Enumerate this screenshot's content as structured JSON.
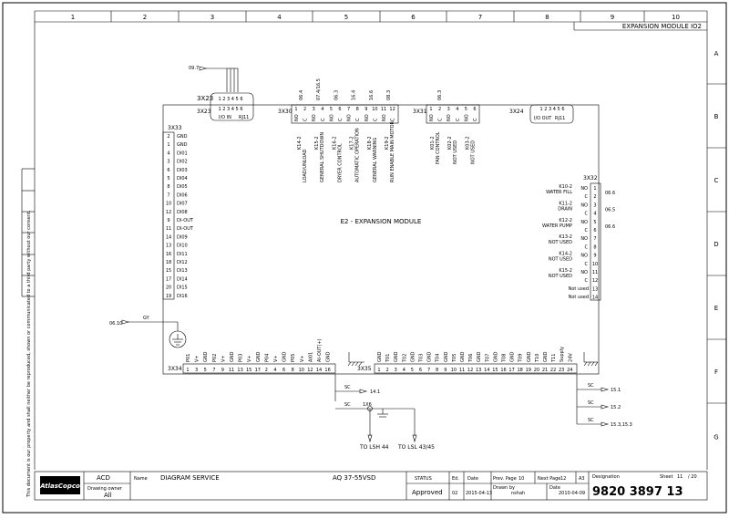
{
  "columns": [
    "1",
    "2",
    "3",
    "4",
    "5",
    "6",
    "7",
    "8",
    "9",
    "10"
  ],
  "rows": [
    "A",
    "B",
    "C",
    "D",
    "E",
    "F",
    "G"
  ],
  "header_title": "EXPANSION MODULE IO2",
  "module_label": "E2 - EXPANSION MODULE",
  "x23": {
    "name": "3X23",
    "inner": "3X23",
    "pins": "1 2 3 4 5 6",
    "sub1": "I/O IN",
    "sub2": "RJ11",
    "ref": "09.7"
  },
  "x30": {
    "name": "3X30",
    "pins": [
      "1",
      "2",
      "3",
      "4",
      "5",
      "6",
      "7",
      "8",
      "9",
      "10",
      "11",
      "12"
    ],
    "nc": [
      "NO",
      "C",
      "NO",
      "C",
      "NO",
      "C",
      "NO",
      "C",
      "NO",
      "C",
      "NO",
      "C"
    ],
    "refs": [
      "06.4",
      "07.4/16.5",
      "06.3",
      "16.4",
      "16.6",
      "08.3"
    ],
    "labels": [
      "K14-2 LOAD/UNLOAD",
      "K15-2 GENERAL SHUTDOWN",
      "K16-2 DRYER CONTROL",
      "K17-2 AUTOMATIC OPERATION",
      "K18-2 GENERAL WARNING",
      "K19-2 RUN ENABLE MAIN MOTOR"
    ]
  },
  "x31": {
    "name": "3X31",
    "pins": [
      "1",
      "2",
      "3",
      "4",
      "5",
      "6"
    ],
    "nc": [
      "NO",
      "C",
      "NO",
      "C",
      "NO",
      "C"
    ],
    "ref": "06.3",
    "labels": [
      "K01-2 FAN CONTROL",
      "K02-2 NOT USED",
      "K03-2 NOT USED"
    ]
  },
  "x24": {
    "name": "3X24",
    "pins": "1 2 3 4 5 6",
    "sub1": "I/O OUT",
    "sub2": "RJ11"
  },
  "x33": {
    "name": "3X33",
    "pins": [
      "2",
      "1",
      "4",
      "3",
      "6",
      "5",
      "8",
      "7",
      "10",
      "12",
      "9",
      "11",
      "14",
      "13",
      "16",
      "18",
      "15",
      "17",
      "20",
      "19"
    ],
    "labels": [
      "GND",
      "GND",
      "DI01",
      "DI02",
      "DI03",
      "DI04",
      "DI05",
      "DI06",
      "DI07",
      "DI08",
      "DI-OUT",
      "DI-OUT",
      "DI09",
      "DI10",
      "DI11",
      "DI12",
      "DI13",
      "DI14",
      "DI15",
      "DI16"
    ]
  },
  "x32": {
    "name": "3X32",
    "pins": [
      "1",
      "2",
      "3",
      "4",
      "5",
      "6",
      "7",
      "8",
      "9",
      "10",
      "11",
      "12",
      "13",
      "14"
    ],
    "nc": [
      "NO",
      "C",
      "NO",
      "C",
      "NO",
      "C",
      "NO",
      "C",
      "NO",
      "C",
      "NO",
      "C",
      "",
      ""
    ],
    "labels": [
      "K10-2 WATER FILL",
      "K11-2 DRAIN",
      "K12-2 WATER PUMP",
      "K13-2 NOT USED",
      "K14-2 NOT USED",
      "K15-2 NOT USED",
      "Not used",
      "Not used"
    ],
    "refs": [
      "06.6",
      "06.5",
      "06.6"
    ]
  },
  "x34": {
    "name": "3X34",
    "pins": [
      "1",
      "3",
      "5",
      "7",
      "9",
      "11",
      "13",
      "15",
      "17",
      "2",
      "4",
      "6",
      "8",
      "10",
      "12",
      "14",
      "16"
    ],
    "labels": [
      "P01",
      "V+",
      "GND",
      "P02",
      "V+",
      "GND",
      "P03",
      "V+",
      "GND",
      "P04",
      "V+",
      "GND",
      "P05",
      "V+",
      "AI01",
      "AI-OUT(+)",
      "GND"
    ]
  },
  "x35": {
    "name": "3X35",
    "pins": [
      "1",
      "2",
      "3",
      "4",
      "5",
      "6",
      "7",
      "8",
      "9",
      "10",
      "11",
      "12",
      "13",
      "14",
      "15",
      "16",
      "17",
      "18",
      "19",
      "20",
      "21",
      "22",
      "23",
      "24"
    ],
    "labels": [
      "GND",
      "T01",
      "GND",
      "T02",
      "GND",
      "T03",
      "GND",
      "T04",
      "GND",
      "T05",
      "GND",
      "T06",
      "GND",
      "T07",
      "GND",
      "T08",
      "GND",
      "T09",
      "GND",
      "T10",
      "GND",
      "T11",
      "Supply",
      "24V"
    ]
  },
  "gy": {
    "ref": "06.10",
    "label": "GY"
  },
  "sc_left": {
    "sc1": "SC",
    "ref1": "14.1",
    "sc2": "SC",
    "tx": "1X6",
    "dest1": "TO LSH 44",
    "dest2": "TO LSL 43/45"
  },
  "sc_right": {
    "sc1": "SC",
    "ref1": "15.1",
    "sc2": "SC",
    "ref2": "15.2",
    "sc3": "SC",
    "ref3": "15.3,15.3"
  },
  "side_note": "This document is our property and shall neither be reproduced, shown or communicated to a third party without our consent.",
  "title_block": {
    "logo": "AtlasCopco",
    "company": "ACD",
    "owner_label": "Drawing owner",
    "owner": "All",
    "name_label": "Name",
    "name": "DIAGRAM SERVICE",
    "model": "AQ 37-55VSD",
    "status_label": "STATUS",
    "status": "Approved",
    "ed_label": "Ed.",
    "ed": "02",
    "date_label": "Date",
    "date": "2015-04-13",
    "prev_label": "Prev. Page",
    "prev": "10",
    "next_label": "Next Page",
    "next": "12",
    "size": "A3",
    "drawn_label": "Drawn by",
    "drawn": "nshah",
    "date2_label": "Date",
    "date2": "2010-04-09",
    "designation_label": "Designation",
    "designation": "9820 3897 13",
    "sheet_label": "Sheet",
    "sheet": "11",
    "sheet_of": "/ 20"
  }
}
